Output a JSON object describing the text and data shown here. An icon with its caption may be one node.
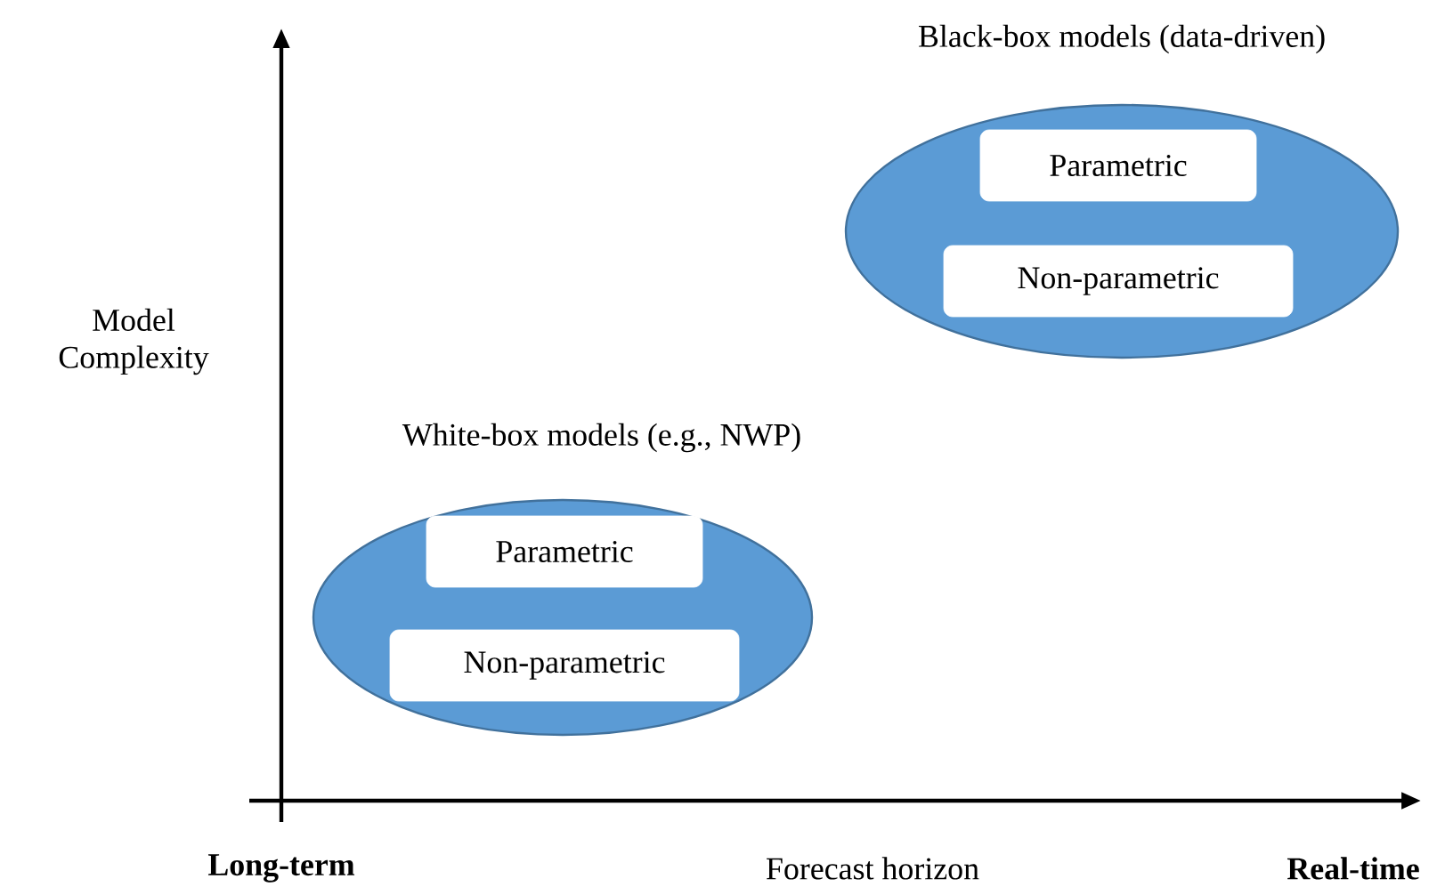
{
  "diagram": {
    "nodes": [
      {
        "text": [
          "Black-box models (data-driven)"
        ]
      },
      {
        "text": [
          "Parametric"
        ],
        "in": 0
      },
      {
        "text": [
          "Non-parametric"
        ],
        "in": 0
      },
      {
        "text": [
          "White-box models (e.g., NWP)"
        ]
      },
      {
        "text": [
          "Parametric"
        ],
        "in": 3
      },
      {
        "text": [
          "Non-parametric"
        ],
        "in": 3
      }
    ],
    "labels": [
      "Model Complexity",
      "Long-term",
      "Forecast horizon",
      "Real-time"
    ]
  }
}
